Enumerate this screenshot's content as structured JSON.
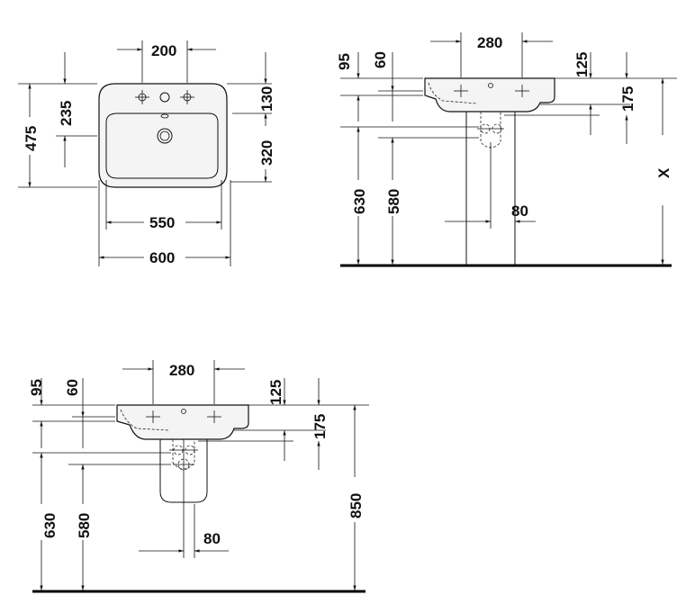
{
  "top_view": {
    "dims": {
      "d200": "200",
      "d475": "475",
      "d235": "235",
      "d130": "130",
      "d320": "320",
      "d550": "550",
      "d600": "600"
    }
  },
  "side_view_pedestal": {
    "dims": {
      "d95": "95",
      "d60": "60",
      "d280": "280",
      "d125": "125",
      "d175": "175",
      "dX": "X",
      "d630": "630",
      "d580": "580",
      "d80": "80"
    }
  },
  "side_view_semipedestal": {
    "dims": {
      "d95": "95",
      "d60": "60",
      "d280": "280",
      "d125": "125",
      "d175": "175",
      "d850": "850",
      "d630": "630",
      "d580": "580",
      "d80": "80"
    }
  }
}
